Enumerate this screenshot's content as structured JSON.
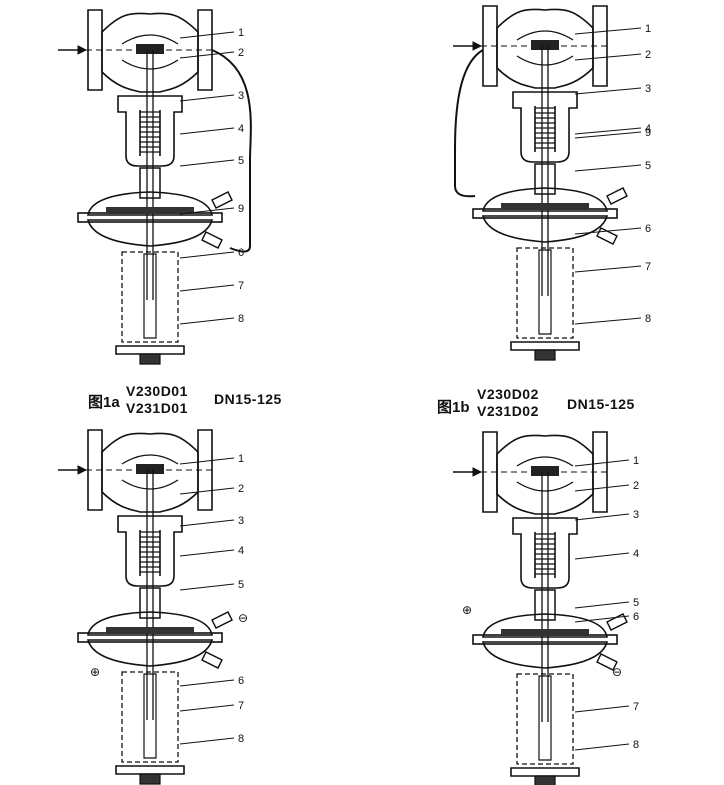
{
  "panels": [
    {
      "id": "1a",
      "caption": {
        "fig": "图1a",
        "models": [
          "V230D01",
          "V231D01"
        ],
        "range": "DN15-125"
      },
      "part_labels": [
        "1",
        "2",
        "3",
        "4",
        "5",
        "6",
        "7",
        "8",
        "9"
      ],
      "sensing_line": true
    },
    {
      "id": "1b",
      "caption": {
        "fig": "图1b",
        "models": [
          "V230D02",
          "V231D02"
        ],
        "range": "DN15-125"
      },
      "part_labels": [
        "1",
        "2",
        "3",
        "4",
        "5",
        "6",
        "7",
        "8",
        "9"
      ],
      "sensing_line": true
    },
    {
      "id": "1c",
      "part_labels": [
        "1",
        "2",
        "3",
        "4",
        "5",
        "6",
        "7",
        "8"
      ],
      "signs": [
        "⊖",
        "⊕"
      ]
    },
    {
      "id": "1d",
      "part_labels": [
        "1",
        "2",
        "3",
        "4",
        "5",
        "6",
        "7",
        "8"
      ],
      "signs": [
        "⊕",
        "⊖"
      ]
    }
  ]
}
